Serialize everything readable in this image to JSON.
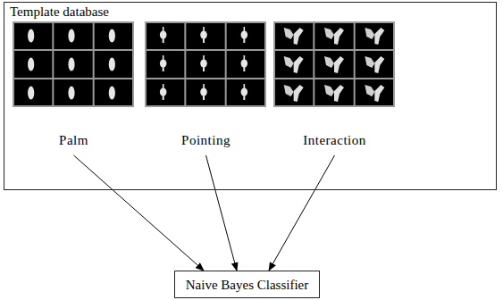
{
  "diagram": {
    "nodes": [
      {
        "text": [
          "Template database"
        ]
      },
      {
        "text": [
          "Palm"
        ],
        "in": 0
      },
      {
        "text": [
          "Pointing"
        ],
        "in": 0
      },
      {
        "text": [
          "Interaction"
        ],
        "in": 0
      },
      {
        "text": [
          "Naive Bayes Classifier"
        ]
      }
    ],
    "edges": [
      {
        "from": 1,
        "to": 4,
        "arrow": "to"
      },
      {
        "from": 2,
        "to": 4,
        "arrow": "to"
      },
      {
        "from": 3,
        "to": 4,
        "arrow": "to"
      }
    ]
  }
}
